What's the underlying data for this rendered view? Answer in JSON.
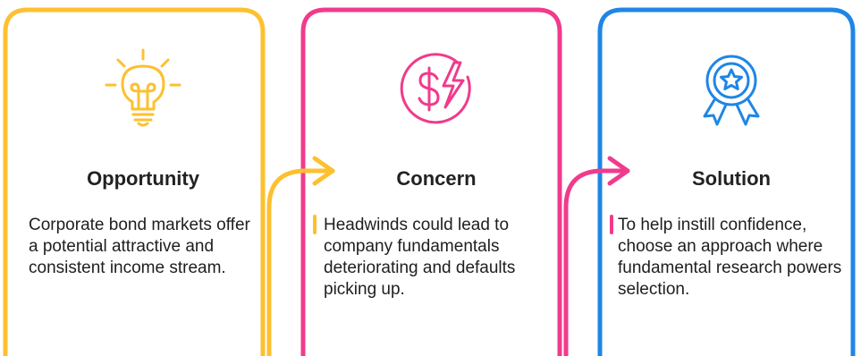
{
  "colors": {
    "opportunity": "#fdc02f",
    "concern": "#f03b8c",
    "solution": "#1f86e5"
  },
  "cards": [
    {
      "icon": "lightbulb-icon",
      "title": "Opportunity",
      "body": "Corporate bond markets offer a potential attractive and consistent income stream."
    },
    {
      "icon": "dollar-lightning-icon",
      "title": "Concern",
      "body": "Headwinds could lead to company fundamentals deteriorating and defaults picking up."
    },
    {
      "icon": "award-star-icon",
      "title": "Solution",
      "body": "To help instill confidence, choose an approach where fundamental research powers selection."
    }
  ]
}
